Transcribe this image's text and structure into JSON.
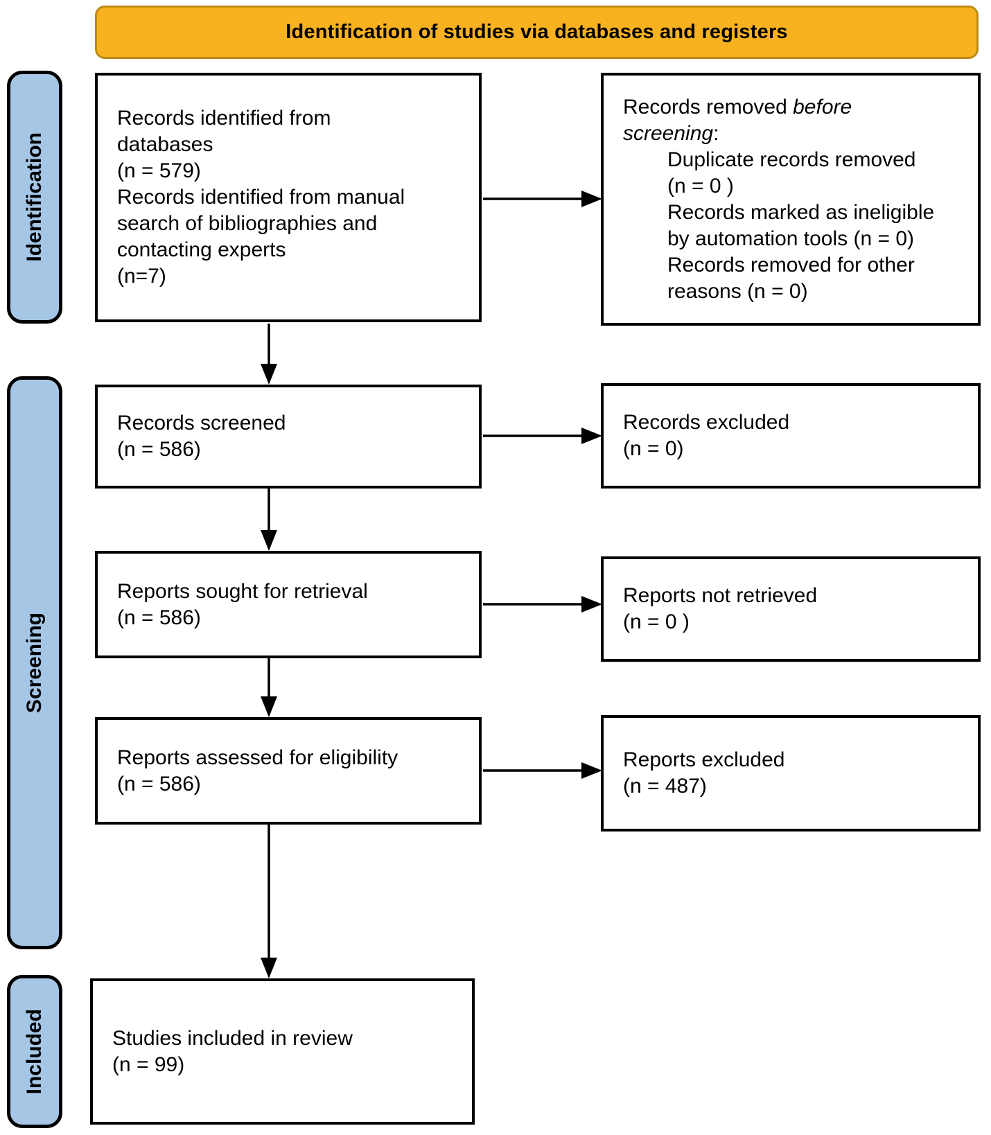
{
  "colors": {
    "banner_bg": "#F8B21F",
    "banner_border": "#BC8B12",
    "sidebar_bg": "#A6C6E6",
    "box_border": "#000000",
    "text": "#000000"
  },
  "banner": {
    "title": "Identification of studies via databases and registers"
  },
  "sidebar": {
    "identification": "Identification",
    "screening": "Screening",
    "included": "Included"
  },
  "boxes": {
    "identified": "Records identified from\ndatabases\n(n = 579)\nRecords identified from manual\nsearch of bibliographies and\ncontacting experts\n(n=7)",
    "removed": {
      "prefix": "Records removed ",
      "italic": "before screening",
      "suffix": ":",
      "items": [
        "Duplicate records removed\n(n = 0 )",
        "Records marked as ineligible\nby automation tools (n = 0)",
        "Records removed for other\nreasons (n = 0)"
      ]
    },
    "screened": "Records screened\n(n = 586)",
    "records_excluded": "Records excluded\n(n = 0)",
    "sought": "Reports sought for retrieval\n(n = 586)",
    "not_retrieved": "Reports not retrieved\n(n = 0 )",
    "assessed": "Reports assessed for eligibility\n(n = 586)",
    "reports_excluded": "Reports excluded\n(n = 487)",
    "included_review": "Studies included in review\n(n = 99)"
  }
}
